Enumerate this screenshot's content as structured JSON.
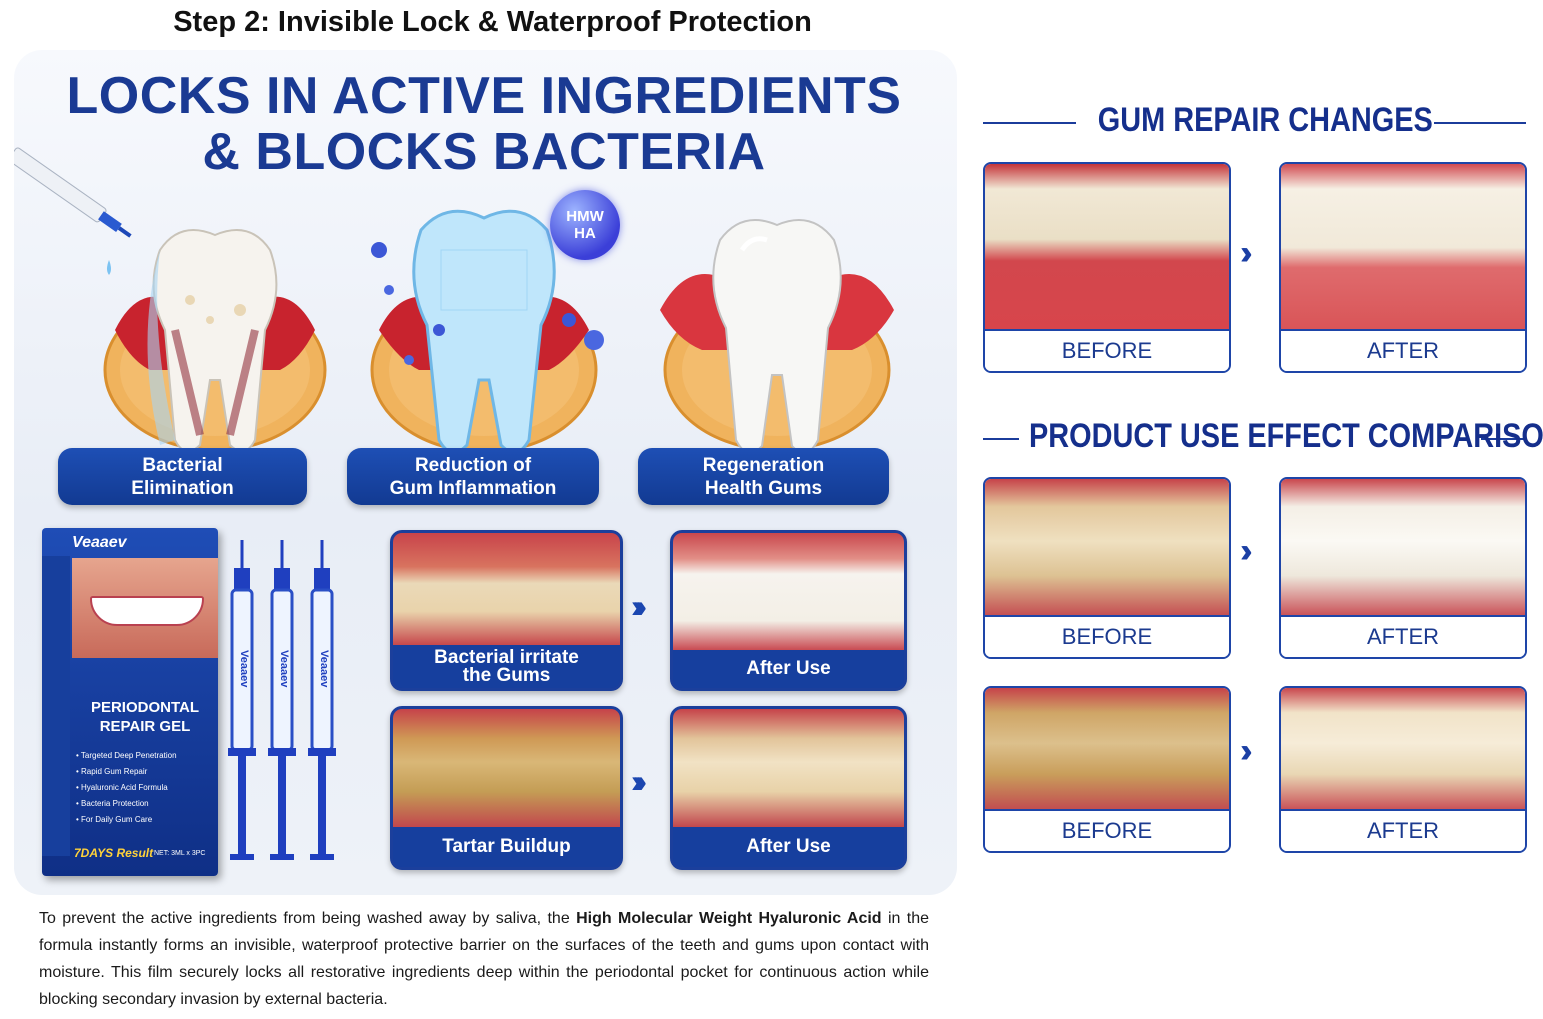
{
  "step_title": "Step 2: Invisible Lock & Waterproof Protection",
  "panel": {
    "headline_line1": "LOCKS IN ACTIVE INGREDIENTS",
    "headline_line2": "& BLOCKS BACTERIA",
    "hmw_badge_line1": "HMW",
    "hmw_badge_line2": "HA",
    "pills": [
      {
        "line1": "Bacterial",
        "line2": "Elimination"
      },
      {
        "line1": "Reduction of",
        "line2": "Gum Inflammation"
      },
      {
        "line1": "Regeneration",
        "line2": "Health Gums"
      }
    ],
    "product": {
      "brand": "Veaaev",
      "name_line1": "PERIODONTAL",
      "name_line2": "REPAIR GEL",
      "features": [
        "Targeted Deep Penetration",
        "Rapid Gum Repair",
        "Hyaluronic Acid Formula",
        "Bacteria Protection",
        "For Daily Gum Care"
      ],
      "days_badge": "7DAYS Result",
      "net": "NET: 3ML x 3PC",
      "syringe_label": "Veaaev"
    },
    "cards": [
      {
        "caption_line1": "Bacterial irritate",
        "caption_line2": "the Gums"
      },
      {
        "caption_line1": "After Use",
        "caption_line2": ""
      },
      {
        "caption_line1": "Tartar Buildup",
        "caption_line2": ""
      },
      {
        "caption_line1": "After Use",
        "caption_line2": ""
      }
    ]
  },
  "description": {
    "part1": "To prevent the active ingredients from being washed away by saliva, the ",
    "bold": "High Molecular Weight Hyaluronic Acid",
    "part2": " in the formula instantly forms an invisible, waterproof protective barrier on the surfaces of the teeth and gums upon contact with moisture. This film securely locks all restorative ingredients deep within the periodontal pocket for continuous action while blocking secondary invasion by external bacteria."
  },
  "right": {
    "gum_heading": "GUM REPAIR CHANGES",
    "product_heading": "PRODUCT USE EFFECT COMPARISON",
    "before_label": "BEFORE",
    "after_label": "AFTER"
  },
  "colors": {
    "brand_blue": "#1a3a93",
    "gum_red": "#c93a3e",
    "tooth": "#f3ece0"
  }
}
